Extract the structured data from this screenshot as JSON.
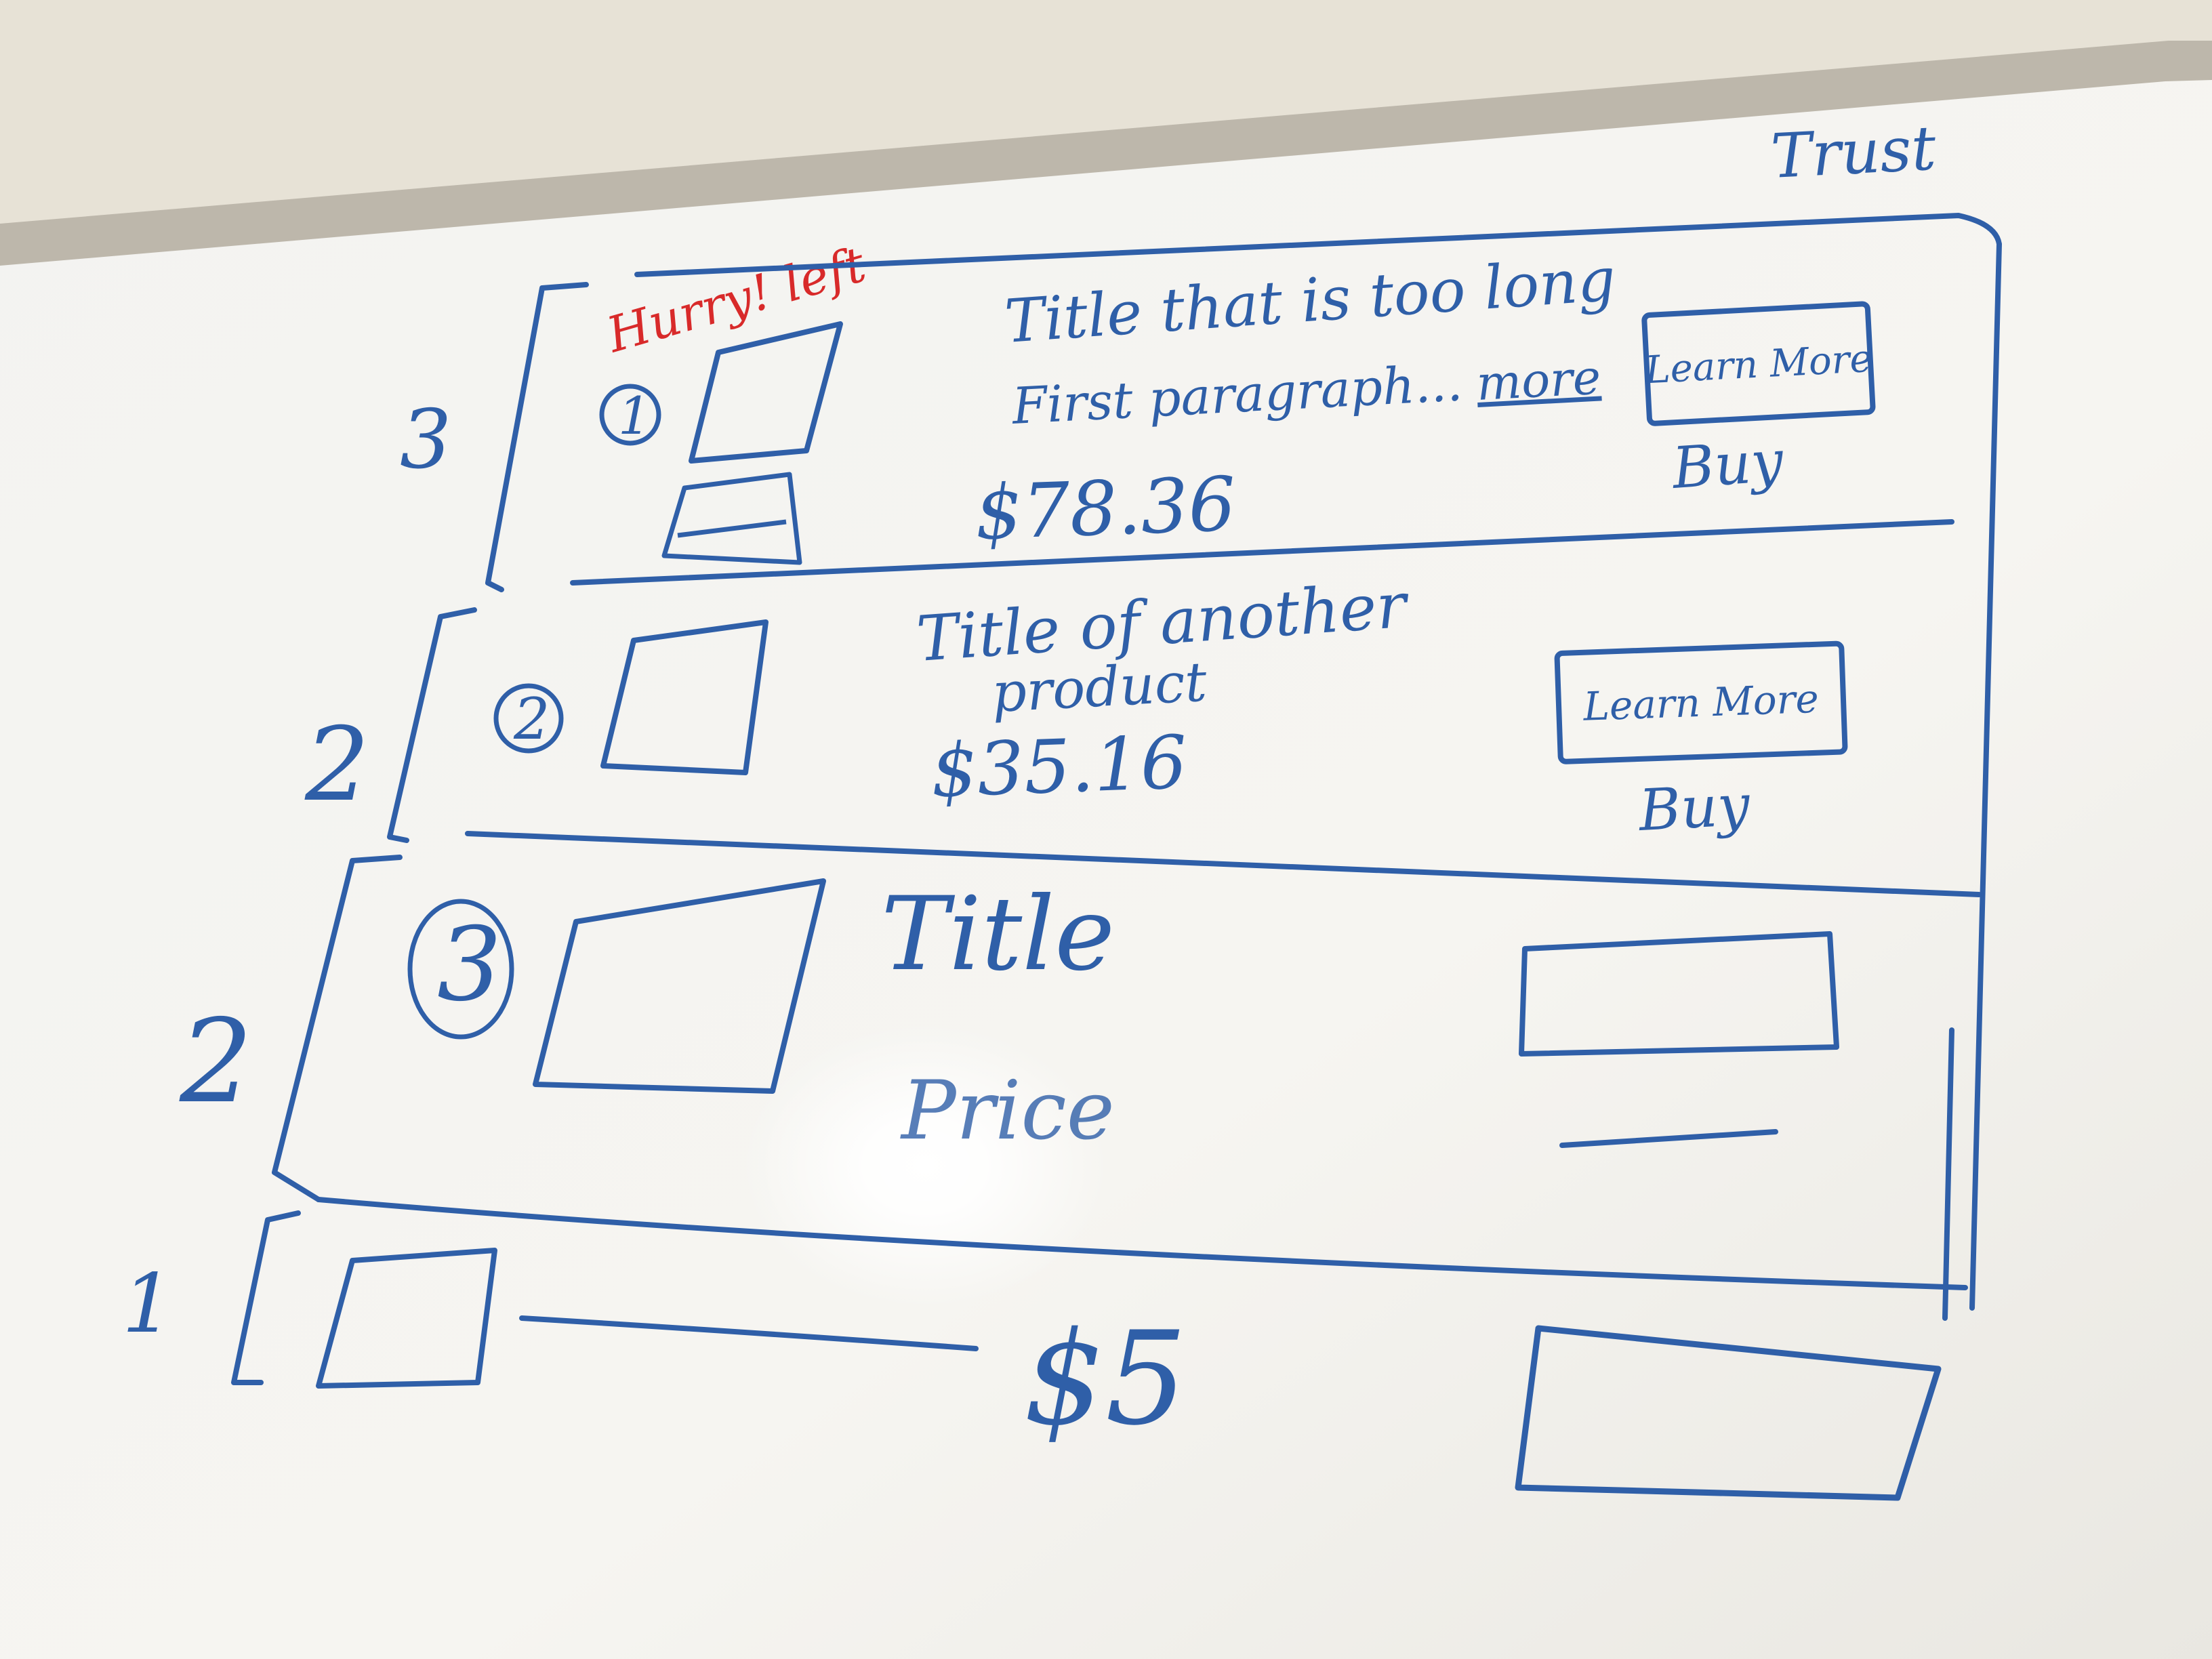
{
  "whiteboard": {
    "corner_label": "Trust",
    "annotation": "Hurry! left",
    "colors": {
      "ink_blue": "#2f5fa8",
      "ink_red": "#d82a2a",
      "board": "#f4f3ef",
      "frame": "#bdb7ab",
      "wall": "#e7e2d6"
    },
    "items": [
      {
        "weight": "3",
        "rank": "1",
        "title": "Title that is too long",
        "paragraph": "First paragraph...",
        "more_link": "more",
        "price": "$78.36",
        "button": "Learn More",
        "buy": "Buy"
      },
      {
        "weight": "2",
        "rank": "2",
        "title_line1": "Title of another",
        "title_line2": "product",
        "price": "$35.16",
        "button": "Learn More",
        "buy": "Buy"
      },
      {
        "weight": "2",
        "rank": "3",
        "title": "Title",
        "price": "Price"
      },
      {
        "weight": "1",
        "price": "$5"
      }
    ]
  }
}
